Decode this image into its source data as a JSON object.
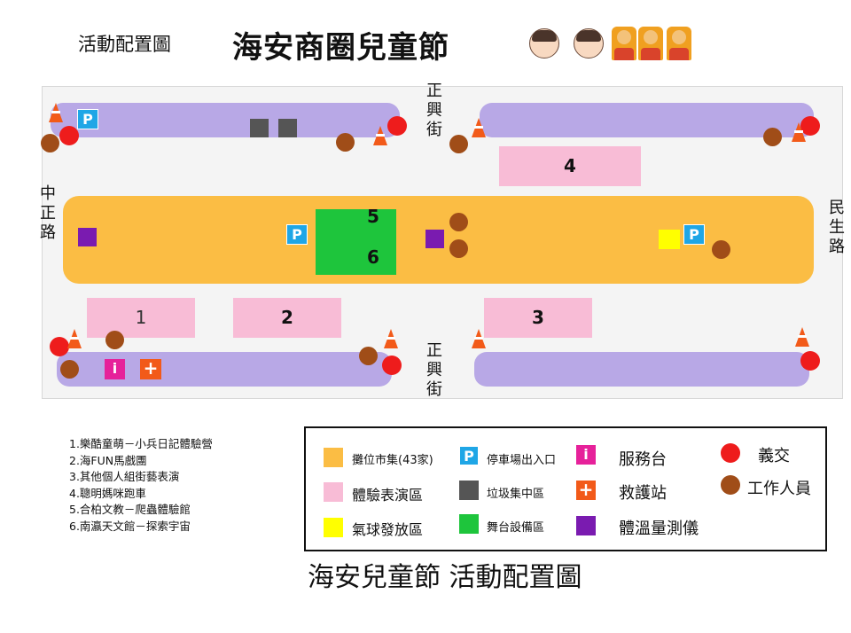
{
  "header": {
    "small_title": "活動配置圖",
    "big_title": "海安商圈兒童節",
    "emoji": [
      "girl-face-icon",
      "boy-face-icon",
      "family-icon",
      "family-icon",
      "family-icon"
    ]
  },
  "streets": {
    "top": "正興街",
    "bottom": "正興街",
    "left": "中正路",
    "right": "民生路"
  },
  "zones": {
    "z1": "1",
    "z2": "2",
    "z3": "3",
    "z4": "4",
    "z5": "5",
    "z6": "6",
    "parking": "P",
    "info": "i",
    "aid": "+"
  },
  "activity_list": [
    "1.樂酷童萌－小兵日記體驗營",
    "2.海FUN馬戲團",
    "3.其他個人組街藝表演",
    "4.聰明媽咪跑車",
    "5.合柏文教－爬蟲體驗館",
    "6.南瀛天文館－探索宇宙"
  ],
  "legend": {
    "market": "攤位市集(43家)",
    "parking": "停車場出入口",
    "service": "服務台",
    "volunteer": "義交",
    "performance": "體驗表演區",
    "garbage": "垃圾集中區",
    "rescue": "救護站",
    "staff": "工作人員",
    "balloon": "氣球發放區",
    "stage": "舞台設備區",
    "thermometer": "體溫量測儀"
  },
  "footer": "海安兒童節 活動配置圖",
  "colors": {
    "market": "#fbbd44",
    "performance": "#f8bcd6",
    "balloon": "#ffff00",
    "parking": "#1fa6e6",
    "garbage": "#555555",
    "stage": "#1ec53c",
    "service": "#e6219a",
    "rescue": "#f25a19",
    "thermometer": "#7a1bb0",
    "volunteer": "#ee1c1c",
    "staff": "#a04d18",
    "parking_strip": "#b8a8e6"
  }
}
